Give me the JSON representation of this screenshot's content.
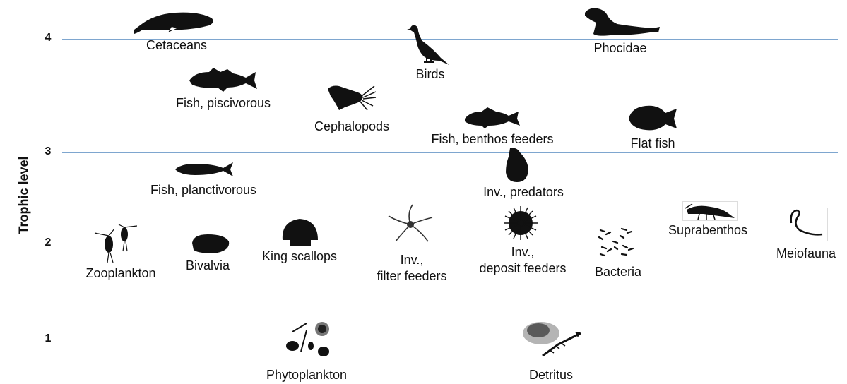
{
  "axis": {
    "ylabel": "Trophic level",
    "ticks": [
      "1",
      "2",
      "3",
      "4"
    ]
  },
  "organisms": {
    "cetaceans": "Cetaceans",
    "birds": "Birds",
    "phocidae": "Phocidae",
    "fish_piscivorous": "Fish, piscivorous",
    "cephalopods": "Cephalopods",
    "fish_benthos_feeders": "Fish, benthos feeders",
    "flat_fish": "Flat fish",
    "fish_planctivorous": "Fish, planctivorous",
    "inv_predators": "Inv., predators",
    "zooplankton": "Zooplankton",
    "bivalvia": "Bivalvia",
    "king_scallops": "King scallops",
    "inv_filter_feeders_1": "Inv.,",
    "inv_filter_feeders_2": "filter feeders",
    "inv_deposit_feeders_1": "Inv.,",
    "inv_deposit_feeders_2": "deposit feeders",
    "bacteria": "Bacteria",
    "suprabenthos": "Suprabenthos",
    "meiofauna": "Meiofauna",
    "phytoplankton": "Phytoplankton",
    "detritus": "Detritus"
  },
  "colors": {
    "gridline": "#7ea6cf",
    "silhouette": "#111111"
  }
}
